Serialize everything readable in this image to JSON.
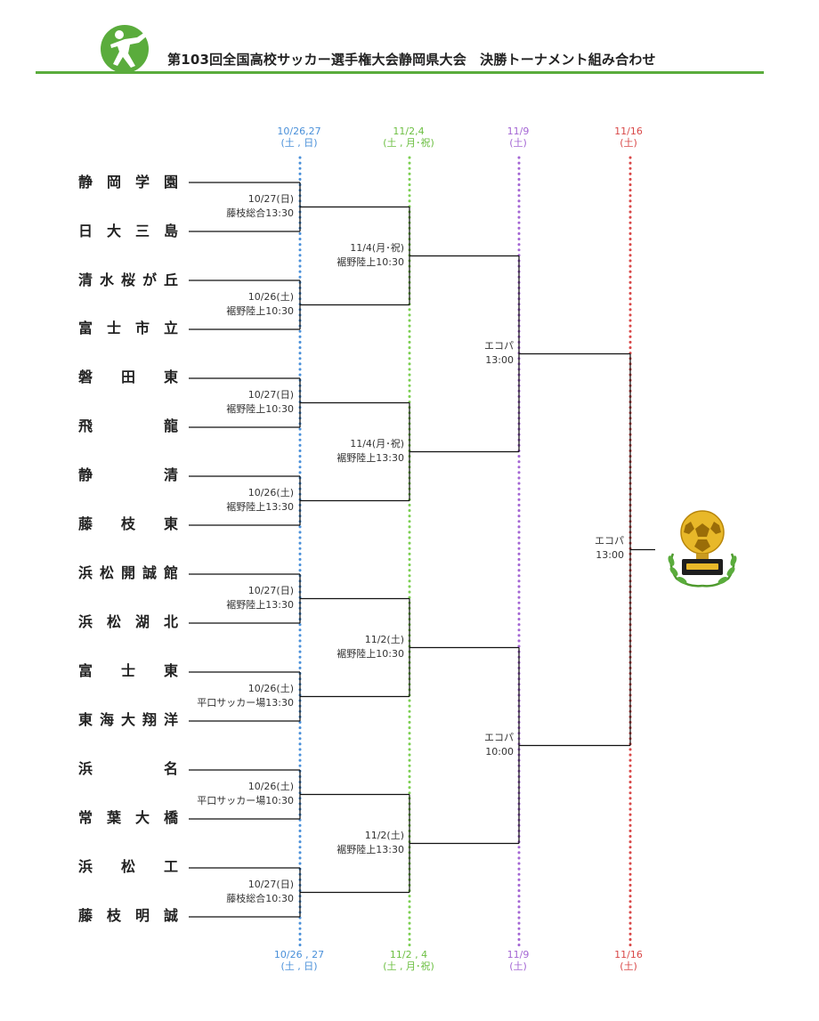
{
  "header": {
    "title": "第103回全国高校サッカー選手権大会静岡県大会　決勝トーナメント組み合わせ"
  },
  "colors": {
    "accent": "#5aac3c",
    "round1": "#4a90d9",
    "round2": "#7ccf52",
    "round3": "#a466d4",
    "round4": "#d94848"
  },
  "rounds": [
    {
      "top_date": "10/26,27",
      "top_day": "(土 , 日)",
      "bottom_date": "10/26 , 27",
      "bottom_day": "(土 , 日)"
    },
    {
      "top_date": "11/2,4",
      "top_day": "(土 , 月･祝)",
      "bottom_date": "11/2 , 4",
      "bottom_day": "(土 , 月･祝)"
    },
    {
      "top_date": "11/9",
      "top_day": "(土)",
      "bottom_date": "11/9",
      "bottom_day": "(土)"
    },
    {
      "top_date": "11/16",
      "top_day": "(土)",
      "bottom_date": "11/16",
      "bottom_day": "(土)"
    }
  ],
  "teams": [
    "静岡学園",
    "日大三島",
    "清水桜が丘",
    "富士市立",
    "磐田東",
    "飛龍",
    "静清",
    "藤枝東",
    "浜松開誠館",
    "浜松湖北",
    "富士東",
    "東海大翔洋",
    "浜名",
    "常葉大橋",
    "浜松工",
    "藤枝明誠"
  ],
  "round1_matches": [
    {
      "date": "10/27(日)",
      "venue": "藤枝総合13:30"
    },
    {
      "date": "10/26(土)",
      "venue": "裾野陸上10:30"
    },
    {
      "date": "10/27(日)",
      "venue": "裾野陸上10:30"
    },
    {
      "date": "10/26(土)",
      "venue": "裾野陸上13:30"
    },
    {
      "date": "10/27(日)",
      "venue": "裾野陸上13:30"
    },
    {
      "date": "10/26(土)",
      "venue": "平口サッカー場13:30"
    },
    {
      "date": "10/26(土)",
      "venue": "平口サッカー場10:30"
    },
    {
      "date": "10/27(日)",
      "venue": "藤枝総合10:30"
    }
  ],
  "round2_matches": [
    {
      "date": "11/4(月･祝)",
      "venue": "裾野陸上10:30"
    },
    {
      "date": "11/4(月･祝)",
      "venue": "裾野陸上13:30"
    },
    {
      "date": "11/2(土)",
      "venue": "裾野陸上10:30"
    },
    {
      "date": "11/2(土)",
      "venue": "裾野陸上13:30"
    }
  ],
  "semifinals": [
    {
      "venue": "エコパ",
      "time": "13:00"
    },
    {
      "venue": "エコパ",
      "time": "10:00"
    }
  ],
  "final": {
    "venue": "エコパ",
    "time": "13:00"
  }
}
